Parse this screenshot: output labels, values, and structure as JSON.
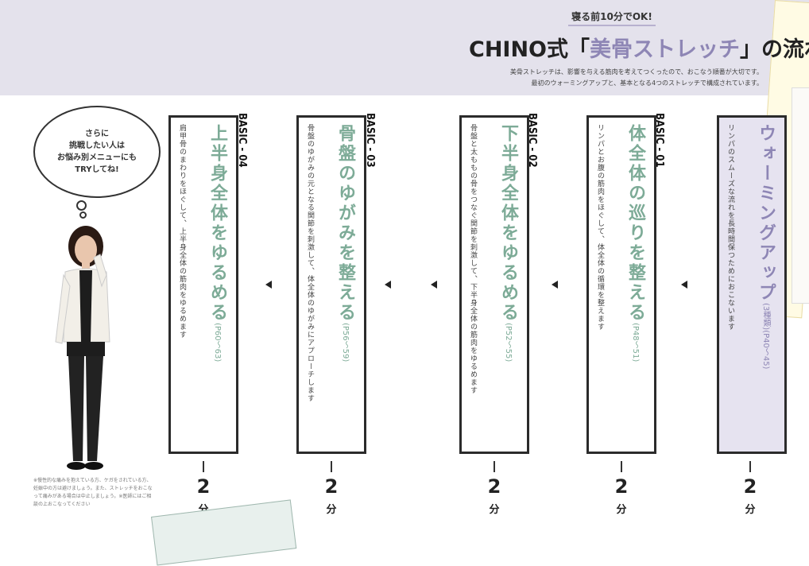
{
  "header": {
    "kicker": "寝る前10分でOK!",
    "title_prefix": "CHINO式「",
    "title_accent": "美骨ストレッチ",
    "title_suffix": "」の流れ",
    "desc_line1": "美骨ストレッチは、影響を与える筋肉を考えてつくったので、おこなう順番が大切です。",
    "desc_line2": "最初のウォーミングアップと、基本となる4つのストレッチで構成されています。",
    "accent_color": "#8e86b5"
  },
  "bubble": {
    "line1": "さらに",
    "line2": "挑戦したい人は",
    "line3": "お悩み別メニューにも",
    "line4": "TRYしてね!"
  },
  "footnote": "※慢性的な痛みを抱えている方、ケガをされている方、妊娠中の方は避けましょう。また、ストレッチをおこなって痛みがある場合は中止しましょう。※医師にはご相談の上おこなってください",
  "steps": [
    {
      "id": "warmup",
      "label": "",
      "title": "ウォーミングアップ",
      "sub_title": "(3種類)",
      "pages": "(P40〜45)",
      "desc": "リンパのスムーズな流れを長時間保つためにおこないます",
      "duration": "2",
      "unit": "分",
      "color": "#8e86b5"
    },
    {
      "id": "basic01",
      "label": "BASIC - 01",
      "title": "体全体の巡りを整える",
      "pages": "(P48〜51)",
      "desc": "リンパとお腹の筋肉をほぐして、体全体の循環を整えます",
      "duration": "2",
      "unit": "分",
      "color": "#7dab97"
    },
    {
      "id": "basic02",
      "label": "BASIC - 02",
      "title": "下半身全体をゆるめる",
      "pages": "(P52〜55)",
      "desc": "骨盤と太ももの骨をつなぐ関節を刺激して、下半身全体の筋肉をゆるめます",
      "duration": "2",
      "unit": "分",
      "color": "#7dab97"
    },
    {
      "id": "basic03",
      "label": "BASIC - 03",
      "title": "骨盤のゆがみを整える",
      "pages": "(P56〜59)",
      "desc": "骨盤のゆがみの元となる関節を刺激して、体全体のゆがみにアプローチします",
      "duration": "2",
      "unit": "分",
      "color": "#7dab97"
    },
    {
      "id": "basic04",
      "label": "BASIC - 04",
      "title": "上半身全体をゆるめる",
      "pages": "(P60〜63)",
      "desc": "肩甲骨のまわりをほぐして、上半身全体の筋肉をゆるめます",
      "duration": "2",
      "unit": "分",
      "color": "#7dab97"
    }
  ]
}
